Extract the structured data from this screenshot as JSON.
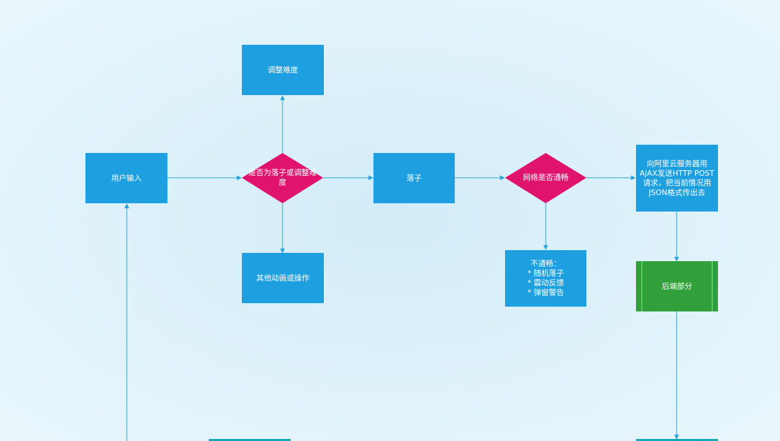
{
  "nodes": {
    "user_input": "用户输入",
    "decision_move": "是否为落子或调整难度",
    "adjust_difficulty": "调整难度",
    "other_animation": "其他动画或操作",
    "place_piece": "落子",
    "network_check": "网络是否通畅",
    "network_fail": "不通畅：\n* 随机落子\n* 震动反馈\n* 弹窗警告",
    "ajax_send": "向阿里云服务器用AJAX发送HTTP POST请求，把当前情况用JSON格式传出去",
    "backend": "后端部分"
  },
  "colors": {
    "process": "#1ea0e0",
    "decision": "#e0136f",
    "backend": "#32a03a",
    "connector": "#2aa3d8"
  }
}
